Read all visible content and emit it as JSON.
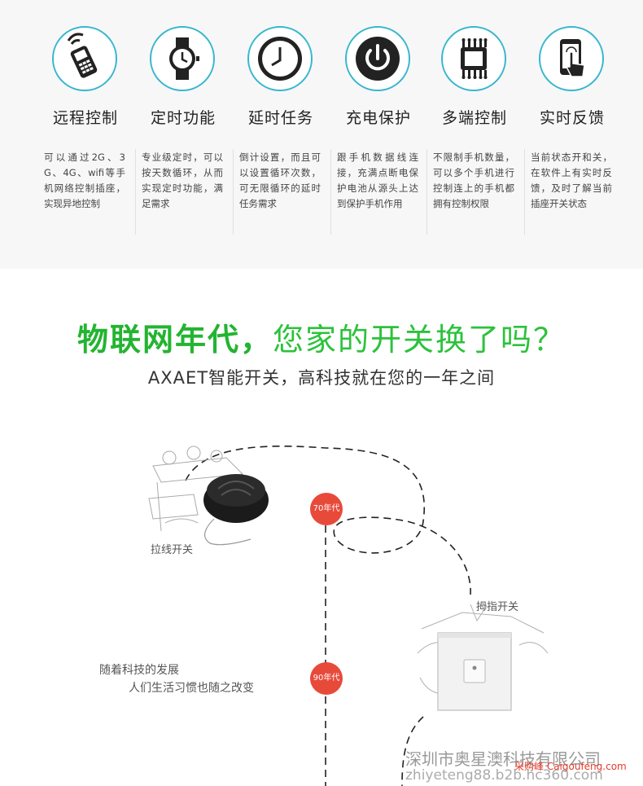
{
  "features": [
    {
      "title": "远程控制",
      "desc": "可以通过2G、3G、4G、wifi等手机网络控制插座，实现异地控制",
      "icon": "remote-phone-icon"
    },
    {
      "title": "定时功能",
      "desc": "专业级定时，可以按天数循环，从而实现定时功能，满足需求",
      "icon": "watch-icon"
    },
    {
      "title": "延时任务",
      "desc": "倒计设置，而且可以设置循环次数，可无限循环的延时任务需求",
      "icon": "clock-icon"
    },
    {
      "title": "充电保护",
      "desc": "跟手机数据线连接，充满点断电保护电池从源头上达到保护手机作用",
      "icon": "power-icon"
    },
    {
      "title": "多端控制",
      "desc": "不限制手机数量，可以多个手机进行控制连上的手机都拥有控制权限",
      "icon": "chip-icon"
    },
    {
      "title": "实时反馈",
      "desc": "当前状态开和关，在软件上有实时反馈，及时了解当前插座开关状态",
      "icon": "touch-phone-icon"
    }
  ],
  "headline": {
    "part1": "物联网年代，",
    "part2": "您家的开关换了吗？"
  },
  "subline": "AXAET智能开关，高科技就在您的一年之间",
  "timeline": {
    "pull_switch": "拉线开关",
    "thumb_switch": "拇指开关",
    "era_70": "70年代",
    "era_90": "90年代",
    "caption_1": "随着科技的发展",
    "caption_2": "人们生活习惯也随之改变"
  },
  "watermark": {
    "company": "深圳市奥星澳科技有限公司",
    "site_cn": "采购峰 Caigoufeng.com",
    "site_en": "zhiyeteng88.b2b.hc360.com"
  },
  "colors": {
    "accent_blue": "#38b6cf",
    "green": "#23b431",
    "era_red": "#e84a3a"
  }
}
